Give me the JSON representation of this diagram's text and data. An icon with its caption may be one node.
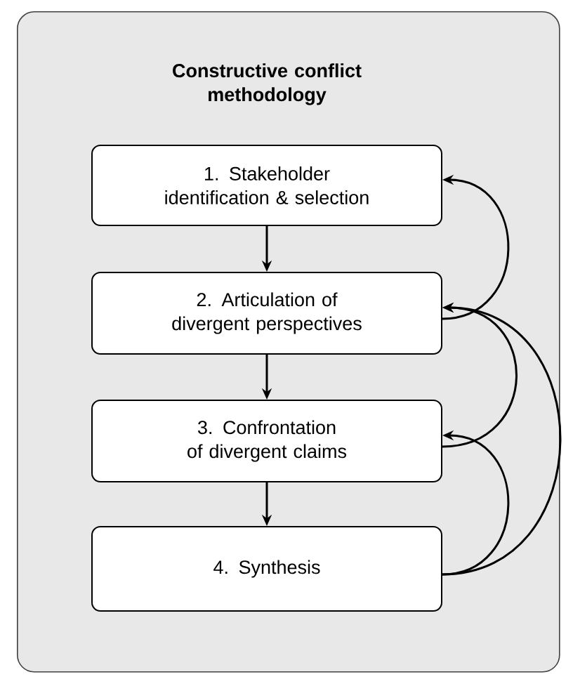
{
  "diagram": {
    "nodes": [
      {
        "text": [
          "Constructive conflict methodology"
        ]
      },
      {
        "text": [
          "1. Stakeholder identification & selection"
        ],
        "in": 0
      },
      {
        "text": [
          "2. Articulation of divergent perspectives"
        ],
        "in": 0
      },
      {
        "text": [
          "3. Confrontation of divergent claims"
        ],
        "in": 0
      },
      {
        "text": [
          "4. Synthesis"
        ],
        "in": 0
      }
    ],
    "edges": [
      {
        "from": 1,
        "to": 2,
        "arrow": "to"
      },
      {
        "from": 2,
        "to": 3,
        "arrow": "to"
      },
      {
        "from": 3,
        "to": 4,
        "arrow": "to"
      },
      {
        "from": 2,
        "to": 1,
        "arrow": "to"
      },
      {
        "from": 3,
        "to": 2,
        "arrow": "to"
      },
      {
        "from": 4,
        "to": 3,
        "arrow": "to"
      },
      {
        "from": 4,
        "to": 2,
        "arrow": "to"
      }
    ]
  }
}
